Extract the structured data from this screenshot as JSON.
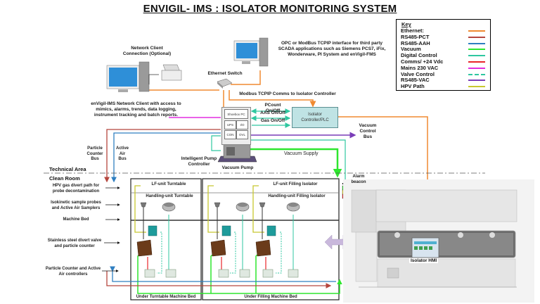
{
  "title": "ENVIGIL- IMS : ISOLATOR MONITORING SYSTEM",
  "key": {
    "title": "Key",
    "items": [
      {
        "label": "Ethernet:",
        "color": "#f08a30",
        "style": "solid"
      },
      {
        "label": "RS485-PCT",
        "color": "#b5463e",
        "style": "solid"
      },
      {
        "label": "RS485-AAH",
        "color": "#2f7fc1",
        "style": "solid"
      },
      {
        "label": "Vacuum",
        "color": "#2ee62e",
        "style": "solid"
      },
      {
        "label": "Digital Control",
        "color": "#2fc7a0",
        "style": "solid"
      },
      {
        "label": "Comms/ +24 Vdc",
        "color": "#e8262a",
        "style": "solid"
      },
      {
        "label": "Mains 230 VAC",
        "color": "#e22ee0",
        "style": "solid"
      },
      {
        "label": "Valve Control",
        "color": "#2fc7a0",
        "style": "dashed"
      },
      {
        "label": "RS485-VAC",
        "color": "#7a3db8",
        "style": "solid"
      },
      {
        "label": "HPV Path",
        "color": "#c8c830",
        "style": "solid"
      }
    ]
  },
  "network": {
    "client_connection": "Network Client Connection (Optional)",
    "ethernet_switch": "Ethernet Switch",
    "scada_note": "OPC or ModBus TCPIP interface for third party SCADA applications such as Siemens PCS7, iFix, Wonderware, PI System and enVigil-FMS",
    "modbus_label": "Modbus TCPIP Comms to Isolator Controller",
    "network_client_note": "enVigil-IMS Network Client with access to mimics, alarms, trends, data logging, instrument tracking and batch reports."
  },
  "controller": {
    "shoebox_pc": "Shoebox PC",
    "modules": [
      "UPS",
      "I/O",
      "CON",
      "OVL"
    ],
    "plc": "Isolator Controller/PLC",
    "signals": [
      "PCount On/Off",
      "AAS On/Off",
      "Gas On/Off"
    ],
    "vacuum_control_bus": "Vacuum Control Bus",
    "vacuum_supply": "Vacuum Supply",
    "intelligent_pump": "Intelligent Pump Controller",
    "vacuum_pump": "Vacuum Pump"
  },
  "buses": {
    "particle_counter": "Particle Counter Bus",
    "active_air": "Active Air Bus"
  },
  "zones": {
    "technical": "Technical Area",
    "clean": "Clean Room"
  },
  "annotations": [
    "HPV gas divert path for probe decontamination",
    "Isokinetic sample probes and Active Air Samplers",
    "Machine Bed",
    "Stainless steel divert valve and particle counter",
    "Particle Counter and Active Air controllers"
  ],
  "isolators": [
    {
      "lf_unit": "LF-unit Turntable",
      "handling_unit": "Handling-unit Turntable",
      "bed": "Under Turntable Machine Bed"
    },
    {
      "lf_unit": "LF-unit Filling Isolator",
      "handling_unit": "Handling-unit Filling Isolator",
      "bed": "Under Filling Machine Bed"
    }
  ],
  "alarm_beacon": "Alarm beacon",
  "hmi": "Isolator HMI",
  "colors": {
    "ethernet": "#f08a30",
    "pct": "#b5463e",
    "aah": "#2f7fc1",
    "vacuum": "#2ee62e",
    "digital": "#2fc7a0",
    "comms": "#e8262a",
    "mains": "#e22ee0",
    "vac485": "#7a3db8",
    "hpv": "#c8c830",
    "plc_fill": "#bfe3e4",
    "arrow_fill": "#c9b8dc"
  }
}
